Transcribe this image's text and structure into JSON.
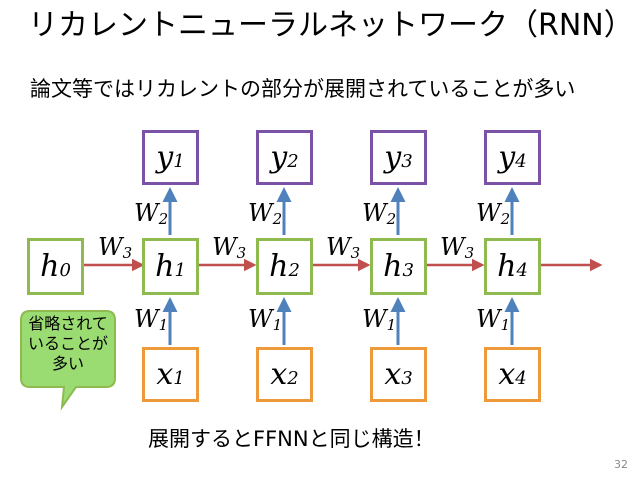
{
  "slide": {
    "title": "リカレントニューラルネットワーク（RNN）",
    "subtitle": "論文等ではリカレントの部分が展開されていることが多い",
    "bottom_text": "展開するとFFNNと同じ構造！",
    "page_number": "32"
  },
  "nodes": {
    "h0": {
      "base": "h",
      "sub": "0"
    },
    "outputs": [
      {
        "base": "y",
        "sub": "1"
      },
      {
        "base": "y",
        "sub": "2"
      },
      {
        "base": "y",
        "sub": "3"
      },
      {
        "base": "y",
        "sub": "4"
      }
    ],
    "hidden": [
      {
        "base": "h",
        "sub": "1"
      },
      {
        "base": "h",
        "sub": "2"
      },
      {
        "base": "h",
        "sub": "3"
      },
      {
        "base": "h",
        "sub": "4"
      }
    ],
    "inputs": [
      {
        "base": "x",
        "sub": "1"
      },
      {
        "base": "x",
        "sub": "2"
      },
      {
        "base": "x",
        "sub": "3"
      },
      {
        "base": "x",
        "sub": "4"
      }
    ]
  },
  "weights": {
    "input_to_hidden": {
      "base": "W",
      "sub": "1"
    },
    "hidden_to_output": {
      "base": "W",
      "sub": "2"
    },
    "recurrent": {
      "base": "W",
      "sub": "3"
    }
  },
  "callout": {
    "text": "省略されて\nいることが\n多い"
  },
  "colors": {
    "output_border": "#7a52a6",
    "hidden_border": "#8fba4f",
    "input_border": "#ef9a3a",
    "vertical_arrow": "#4f81bd",
    "recurrent_arrow": "#c0504d",
    "callout_fill": "#9bdc72",
    "callout_border": "#8fba4f"
  }
}
